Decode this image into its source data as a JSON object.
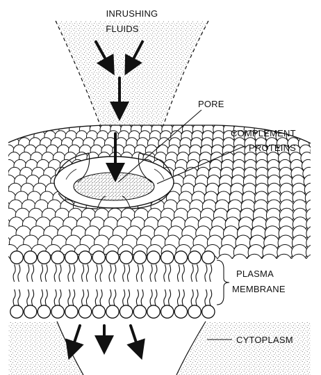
{
  "diagram": {
    "labels": {
      "inrushing_line1": "INRUSHING",
      "inrushing_line2": "FLUIDS",
      "pore": "PORE",
      "complement_line1": "COMPLEMENT",
      "complement_line2": "PROTEINS",
      "plasma_line1": "PLASMA",
      "plasma_line2": "MEMBRANE",
      "cytoplasm": "CYTOPLASM"
    },
    "colors": {
      "ink": "#111111",
      "paper": "#ffffff",
      "stipple": "#555555"
    }
  }
}
